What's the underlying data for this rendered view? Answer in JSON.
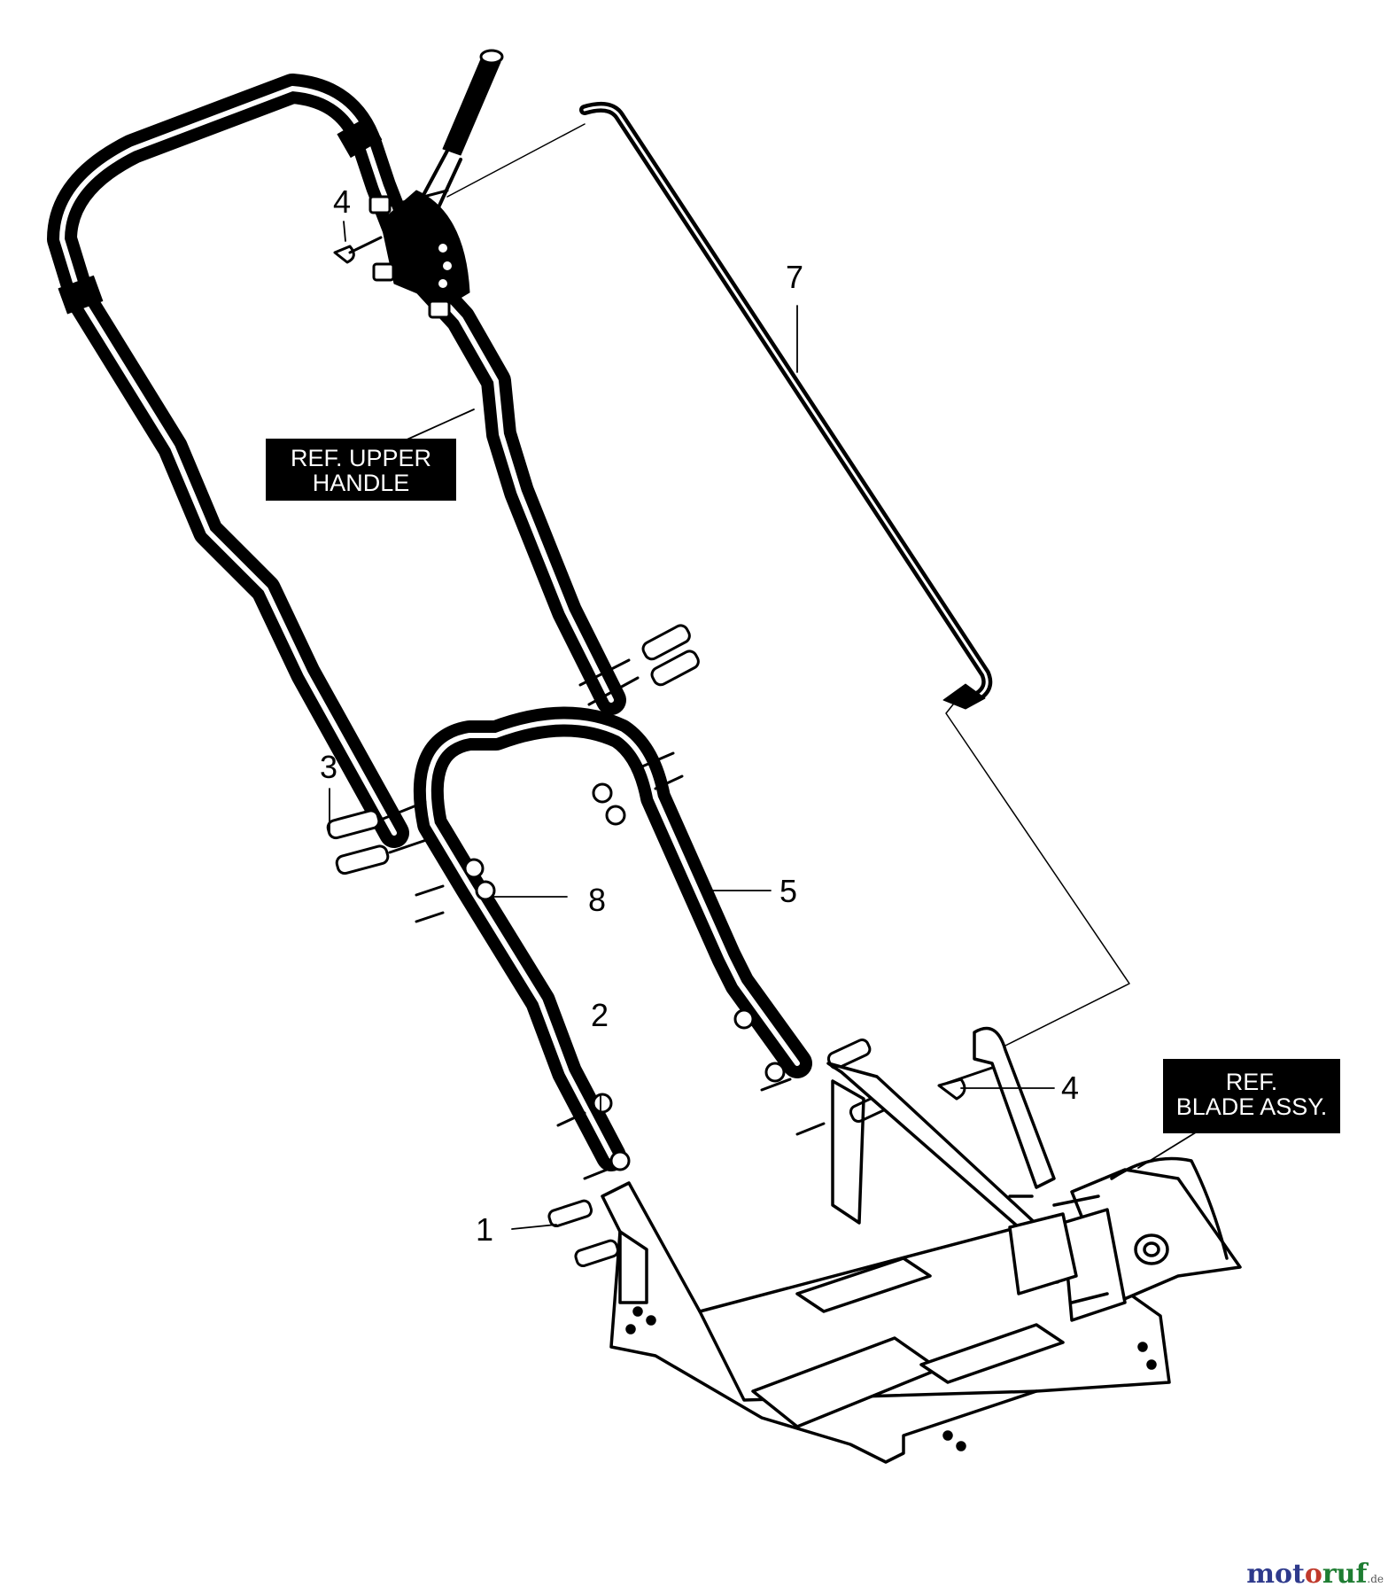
{
  "callouts": {
    "c1": "1",
    "c2": "2",
    "c3": "3",
    "c4_top": "4",
    "c4_bottom": "4",
    "c5": "5",
    "c7": "7",
    "c8": "8"
  },
  "ref_boxes": {
    "upper_handle": {
      "line1": "REF. UPPER",
      "line2": "HANDLE"
    },
    "blade_assy": {
      "line1": "REF.",
      "line2": "BLADE ASSY."
    }
  },
  "watermark": {
    "part1": "mot",
    "part2": "o",
    "part3": "ruf",
    "part4": "",
    "tld": ".de"
  },
  "colors": {
    "line": "#000000",
    "background": "#ffffff"
  }
}
